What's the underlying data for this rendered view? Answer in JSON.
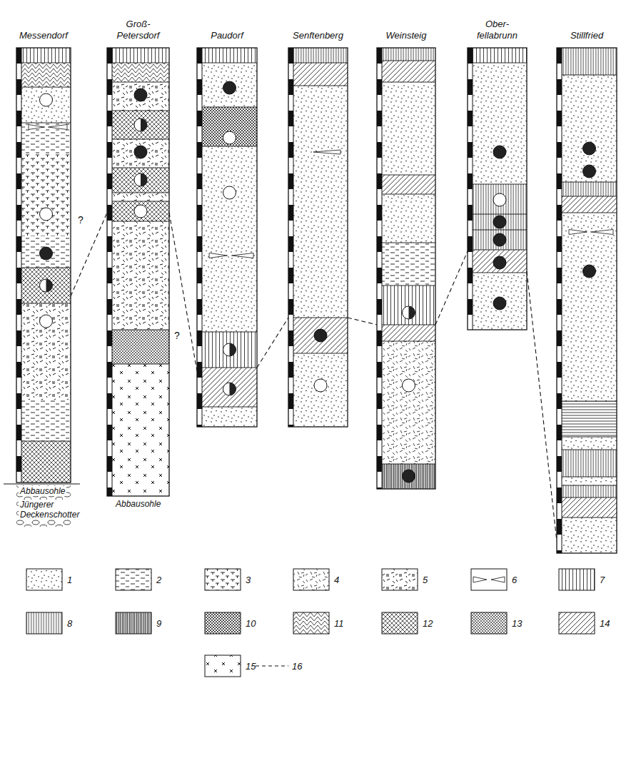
{
  "diagram": {
    "nodes": [
      {
        "text": [
          "Messendorf"
        ]
      },
      {
        "text": [
          "Groß- Petersdorf"
        ]
      },
      {
        "text": [
          "Paudorf"
        ]
      },
      {
        "text": [
          "Senftenberg"
        ]
      },
      {
        "text": [
          "Weinsteig"
        ]
      },
      {
        "text": [
          "Ober- fellabrunn"
        ]
      },
      {
        "text": [
          "Stillfried"
        ]
      }
    ],
    "edges": [
      {
        "from": 0,
        "to": 1,
        "label": "?",
        "arrow": "none"
      },
      {
        "from": 1,
        "to": 2,
        "label": "?",
        "arrow": "none"
      },
      {
        "from": 2,
        "to": 3,
        "arrow": "none"
      },
      {
        "from": 3,
        "to": 4,
        "arrow": "none"
      },
      {
        "from": 4,
        "to": 5,
        "arrow": "none"
      },
      {
        "from": 5,
        "to": 6,
        "arrow": "none"
      }
    ],
    "labels": [
      "Abbausohle",
      "Jüngerer Deckenschotter",
      "Abbausohle"
    ],
    "legend": [
      {
        "text": "1"
      },
      {
        "text": "2"
      },
      {
        "text": "3"
      },
      {
        "text": "4"
      },
      {
        "text": "5"
      },
      {
        "text": "6"
      },
      {
        "text": "7"
      },
      {
        "text": "8"
      },
      {
        "text": "9"
      },
      {
        "text": "10"
      },
      {
        "text": "11"
      },
      {
        "text": "12"
      },
      {
        "text": "13"
      },
      {
        "text": "14"
      },
      {
        "text": "15"
      },
      {
        "text": "16"
      }
    ]
  }
}
